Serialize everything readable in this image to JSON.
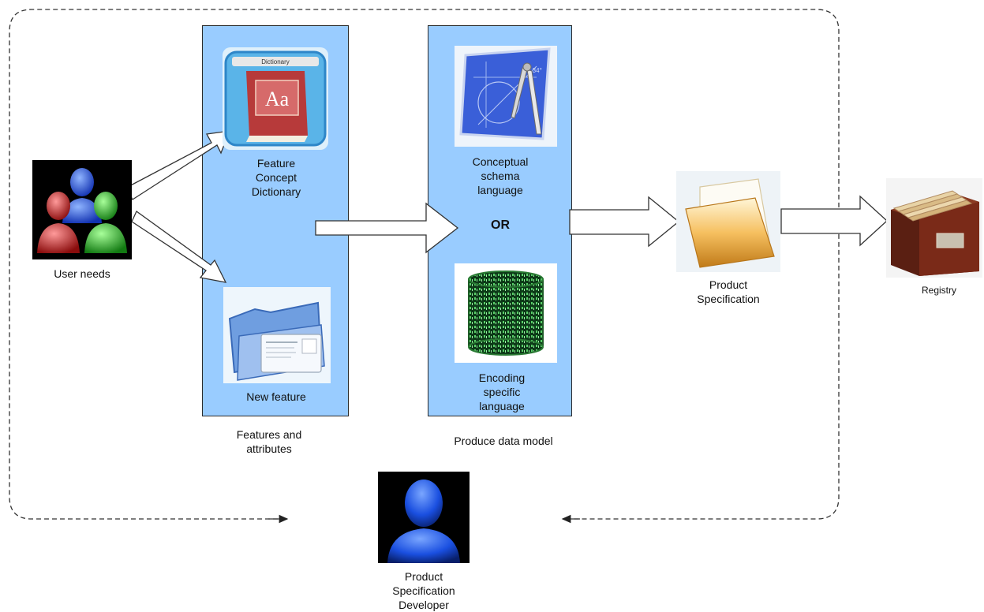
{
  "labels": {
    "user_needs": "User needs",
    "feature_concept_dictionary": "Feature\nConcept\nDictionary",
    "new_feature": "New feature",
    "features_attributes": "Features and\nattributes",
    "conceptual_schema": "Conceptual\nschema\nlanguage",
    "or": "OR",
    "encoding_specific": "Encoding\nspecific\nlanguage",
    "produce_data_model": "Produce data model",
    "product_specification": "Product\nSpecification",
    "registry": "Registry",
    "developer": "Product\nSpecification\nDeveloper"
  },
  "icon_texts": {
    "dictionary_title": "Dictionary",
    "dictionary_glyph": "Aa",
    "blueprint_value": "0.34°"
  },
  "icons": {
    "user_needs": "user-group-icon",
    "dictionary": "dictionary-book-icon",
    "new_feature": "contact-card-folder-icon",
    "conceptual_schema": "blueprint-compass-icon",
    "encoding": "binary-code-scroll-icon",
    "product_spec": "folder-icon",
    "registry": "file-drawer-icon",
    "developer": "person-silhouette-icon"
  },
  "colors": {
    "panel_fill": "#99ccff",
    "user_red": "#d42a2a",
    "user_blue": "#2a64e8",
    "user_green": "#2ab82a",
    "developer_blue": "#1a4fe0",
    "encoding_green": "#3fae4f"
  }
}
